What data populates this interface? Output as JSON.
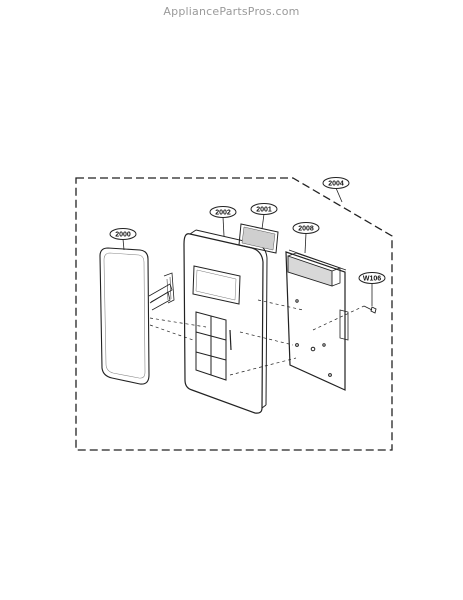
{
  "watermark": "AppliancePartsPros.com",
  "callouts": {
    "c2004": "2004",
    "c2002": "2002",
    "c2001": "2001",
    "c2000": "2000",
    "c2008": "2008",
    "cW106": "W106"
  }
}
